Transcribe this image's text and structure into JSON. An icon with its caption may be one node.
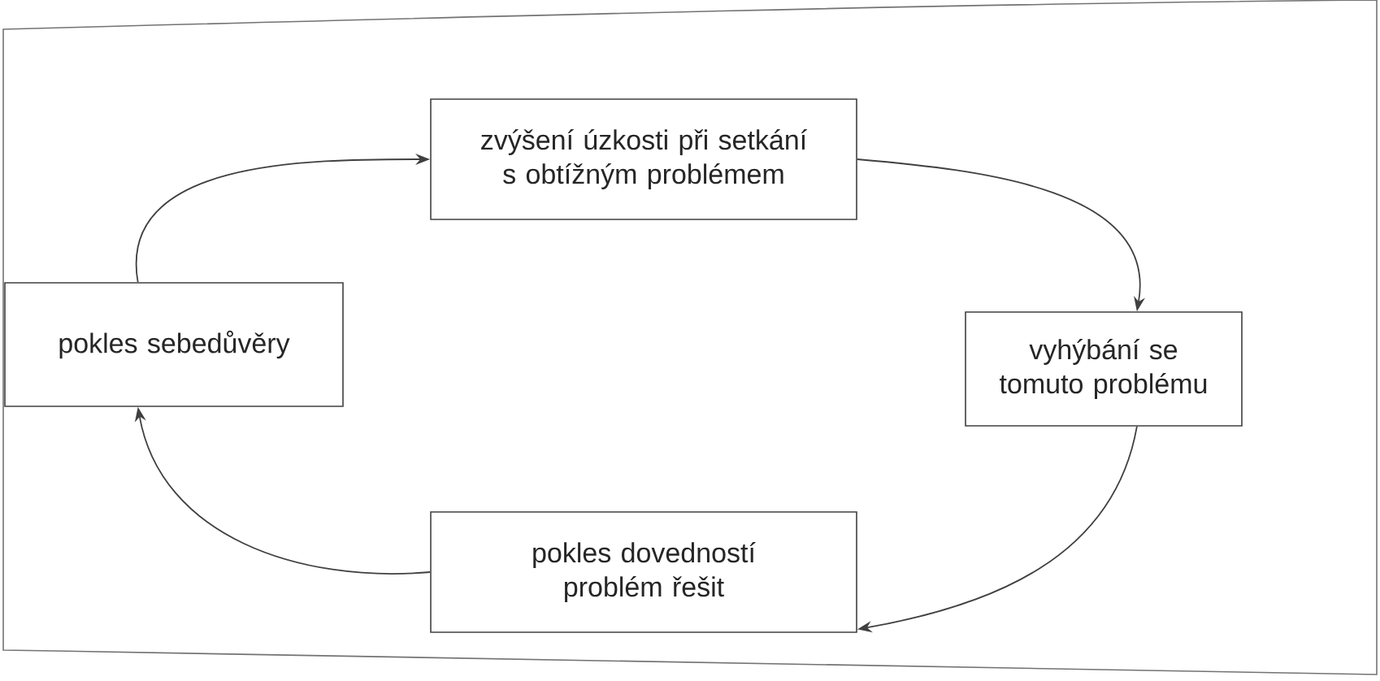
{
  "diagram": {
    "nodes": [
      {
        "text": [
          "zvýšení úzkosti při setkání s obtížným problémem"
        ]
      },
      {
        "text": [
          "vyhýbání se tomuto problému"
        ]
      },
      {
        "text": [
          "pokles dovedností problém řešit"
        ]
      },
      {
        "text": [
          "pokles sebedůvěry"
        ]
      }
    ],
    "edges": [
      {
        "from": 0,
        "to": 1,
        "arrow": "to"
      },
      {
        "from": 1,
        "to": 2,
        "arrow": "to"
      },
      {
        "from": 2,
        "to": 3,
        "arrow": "to"
      },
      {
        "from": 3,
        "to": 0,
        "arrow": "to"
      }
    ]
  }
}
